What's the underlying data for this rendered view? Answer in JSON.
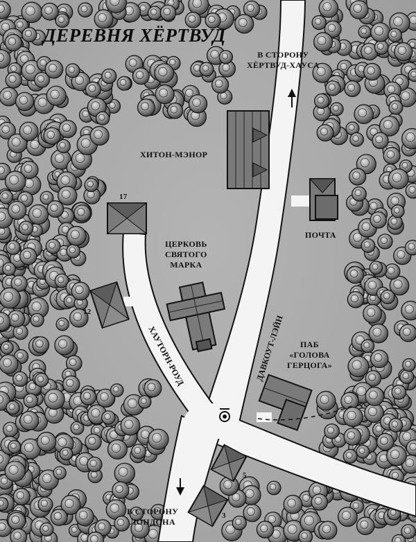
{
  "map": {
    "title": "ДЕРЕВНЯ ХЁРТВУД",
    "labels": {
      "north_direction": [
        "В СТОРОНУ",
        "ХЁРТВУД-ХАУСА"
      ],
      "manor": "ХИТОН-МЭНОР",
      "post_office": "ПОЧТА",
      "church": [
        "ЦЕРКОВЬ",
        "СВЯТОГО",
        "МАРКА"
      ],
      "pub": [
        "ПАБ",
        "«ГОЛОВА",
        "ГЕРЦОГА»"
      ],
      "south_direction": [
        "В СТОРОНУ",
        "ЛОНДОНА"
      ]
    },
    "roads": {
      "hawthorn_road": "ХАУТОРН-РОУД",
      "dovecote_lane": "ДАВКОУТ-ЛЭЙН"
    },
    "house_numbers": [
      "17",
      "12",
      "5",
      "3"
    ],
    "colors": {
      "ground": "#aaaaaa",
      "road": "#f4f4f4",
      "outline": "#111111",
      "building": "#7c7c7c",
      "tree_dark": "#3a3a3a",
      "tree_light": "#d2d2d2"
    },
    "icons": [
      "arrow-north-icon",
      "arrow-south-icon",
      "well-icon"
    ]
  }
}
